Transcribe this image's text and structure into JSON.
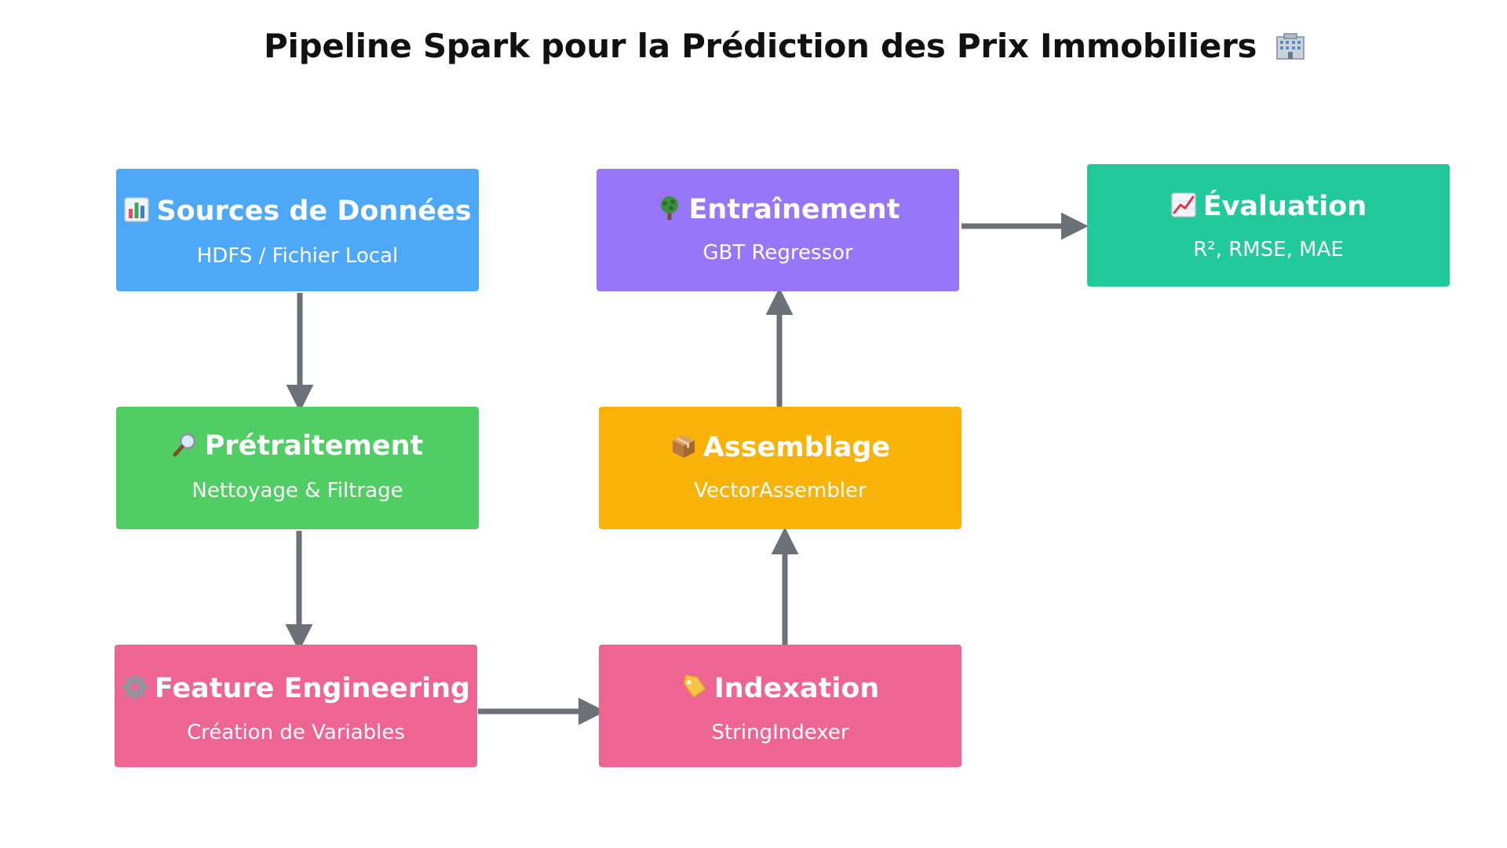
{
  "title": "Pipeline Spark pour la Prédiction des Prix Immobiliers",
  "title_icon": "office-building-icon",
  "colors": {
    "sources": "#4DA9F8",
    "pretraitement": "#50CE63",
    "feature": "#EE6594",
    "indexation": "#EE6594",
    "assemblage": "#F9B208",
    "entrainement": "#9776F9",
    "evaluation": "#22C99A",
    "arrow": "#6B7177"
  },
  "nodes": {
    "sources": {
      "icon": "bar-chart-icon",
      "title": "Sources de Données",
      "subtitle": "HDFS / Fichier Local"
    },
    "pretraitement": {
      "icon": "magnifier-icon",
      "title": "Prétraitement",
      "subtitle": "Nettoyage & Filtrage"
    },
    "feature": {
      "icon": "gear-icon",
      "title": "Feature Engineering",
      "subtitle": "Création de Variables"
    },
    "indexation": {
      "icon": "label-tag-icon",
      "title": "Indexation",
      "subtitle": "StringIndexer"
    },
    "assemblage": {
      "icon": "package-icon",
      "title": "Assemblage",
      "subtitle": "VectorAssembler"
    },
    "entrainement": {
      "icon": "tree-icon",
      "title": "Entraînement",
      "subtitle": "GBT Regressor"
    },
    "evaluation": {
      "icon": "trend-chart-icon",
      "title": "Évaluation",
      "subtitle": "R², RMSE, MAE"
    }
  }
}
